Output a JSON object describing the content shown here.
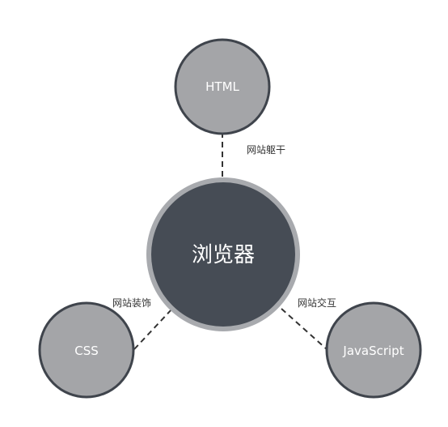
{
  "diagram": {
    "center": {
      "label": "浏览器"
    },
    "nodes": {
      "html": {
        "label": "HTML",
        "edge_label": "网站躯干"
      },
      "css": {
        "label": "CSS",
        "edge_label": "网站装饰"
      },
      "js": {
        "label": "JavaScript",
        "edge_label": "网站交互"
      }
    },
    "colors": {
      "center_fill": "#464c55",
      "center_ring": "#a8aaae",
      "node_fill": "#a4a5a8",
      "node_stroke": "#3f444c",
      "node_text": "#ffffff",
      "connector": "#333333",
      "label_text": "#333333"
    }
  }
}
